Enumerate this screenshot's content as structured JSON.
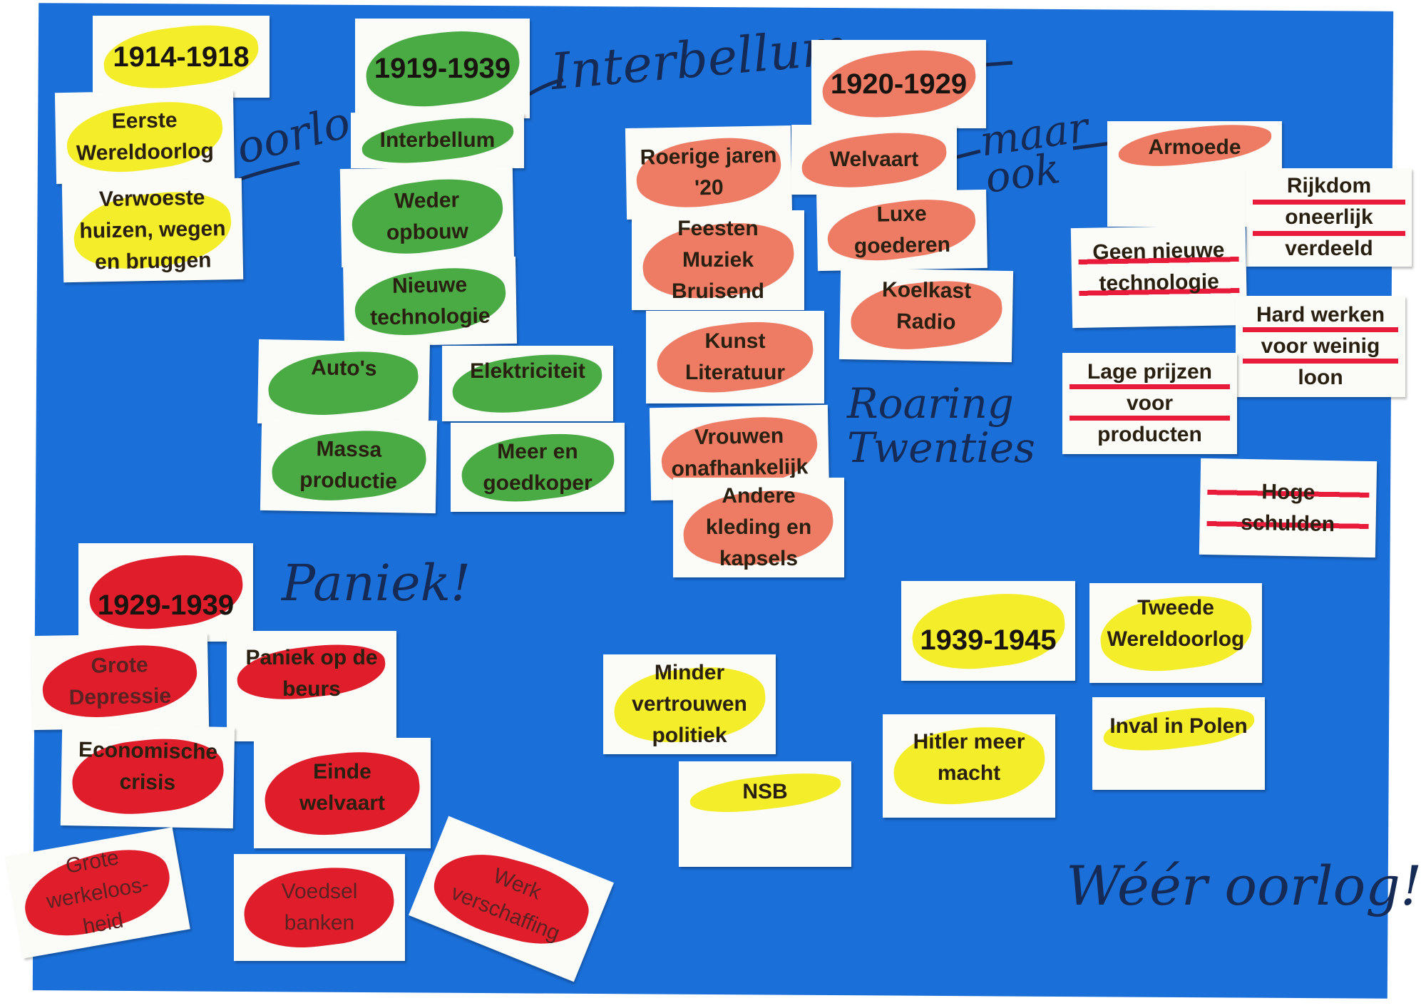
{
  "cards": {
    "c1914": "1914-1918",
    "wo1": "Eerste\nWereldoorlog",
    "verwoest": "Verwoeste\nhuizen, wegen\nen bruggen",
    "c1919": "1919-1939",
    "interbellum": "Interbellum",
    "wederopbouw": "Weder\nopbouw",
    "nieuwetech": "Nieuwe\ntechnologie",
    "autos": "Auto's",
    "elektriciteit": "Elektriciteit",
    "massa": "Massa\nproductie",
    "meer": "Meer en\ngoedkoper",
    "c1920": "1920-1929",
    "roerige": "Roerige jaren\n'20",
    "welvaart": "Welvaart",
    "feesten": "Feesten\nMuziek\nBruisend",
    "luxe": "Luxe\ngoederen",
    "koelkast": "Koelkast\nRadio",
    "kunst": "Kunst\nLiteratuur",
    "vrouwen": "Vrouwen\nonafhankelijk",
    "andere": "Andere\nkleding en\nkapsels",
    "armoede": "Armoede",
    "rijkdom": "Rijkdom\noneerlijk\nverdeeld",
    "geennieuwe": "Geen nieuwe\ntechnologie",
    "hardwerken": "Hard werken\nvoor weinig\nloon",
    "lageprijzen": "Lage prijzen\nvoor\nproducten",
    "hoge": "Hoge\nschulden",
    "c1929": "1929-1939",
    "grote": "Grote\nDepressie",
    "paniek": "Paniek op de\nbeurs",
    "economische": "Economische\ncrisis",
    "einde": "Einde\nwelvaart",
    "werkeloos": "Grote\nwerkeloos-\nheid",
    "voedsel": "Voedsel\nbanken",
    "werkverschaffing": "Werk\nverschaffing",
    "minder": "Minder\nvertrouwen\npolitiek",
    "nsb": "NSB",
    "c1939": "1939-1945",
    "wo2": "Tweede\nWereldoorlog",
    "hitler": "Hitler meer\nmacht",
    "inval": "Inval in Polen"
  },
  "handwriting": {
    "oorlog": "oorlog",
    "interbellum": "Interbellum",
    "maar_ook": "maar\nook",
    "roaring": "Roaring\nTwenties",
    "paniek": "Paniek!",
    "weer_oorlog": "Wéér oorlog!"
  },
  "colors": {
    "board": "#1a6fd9",
    "yellow": "#f4ee2a",
    "green": "#4aab45",
    "salmon": "#ee7c64",
    "red": "#e01d2a",
    "ink": "#152a55"
  }
}
